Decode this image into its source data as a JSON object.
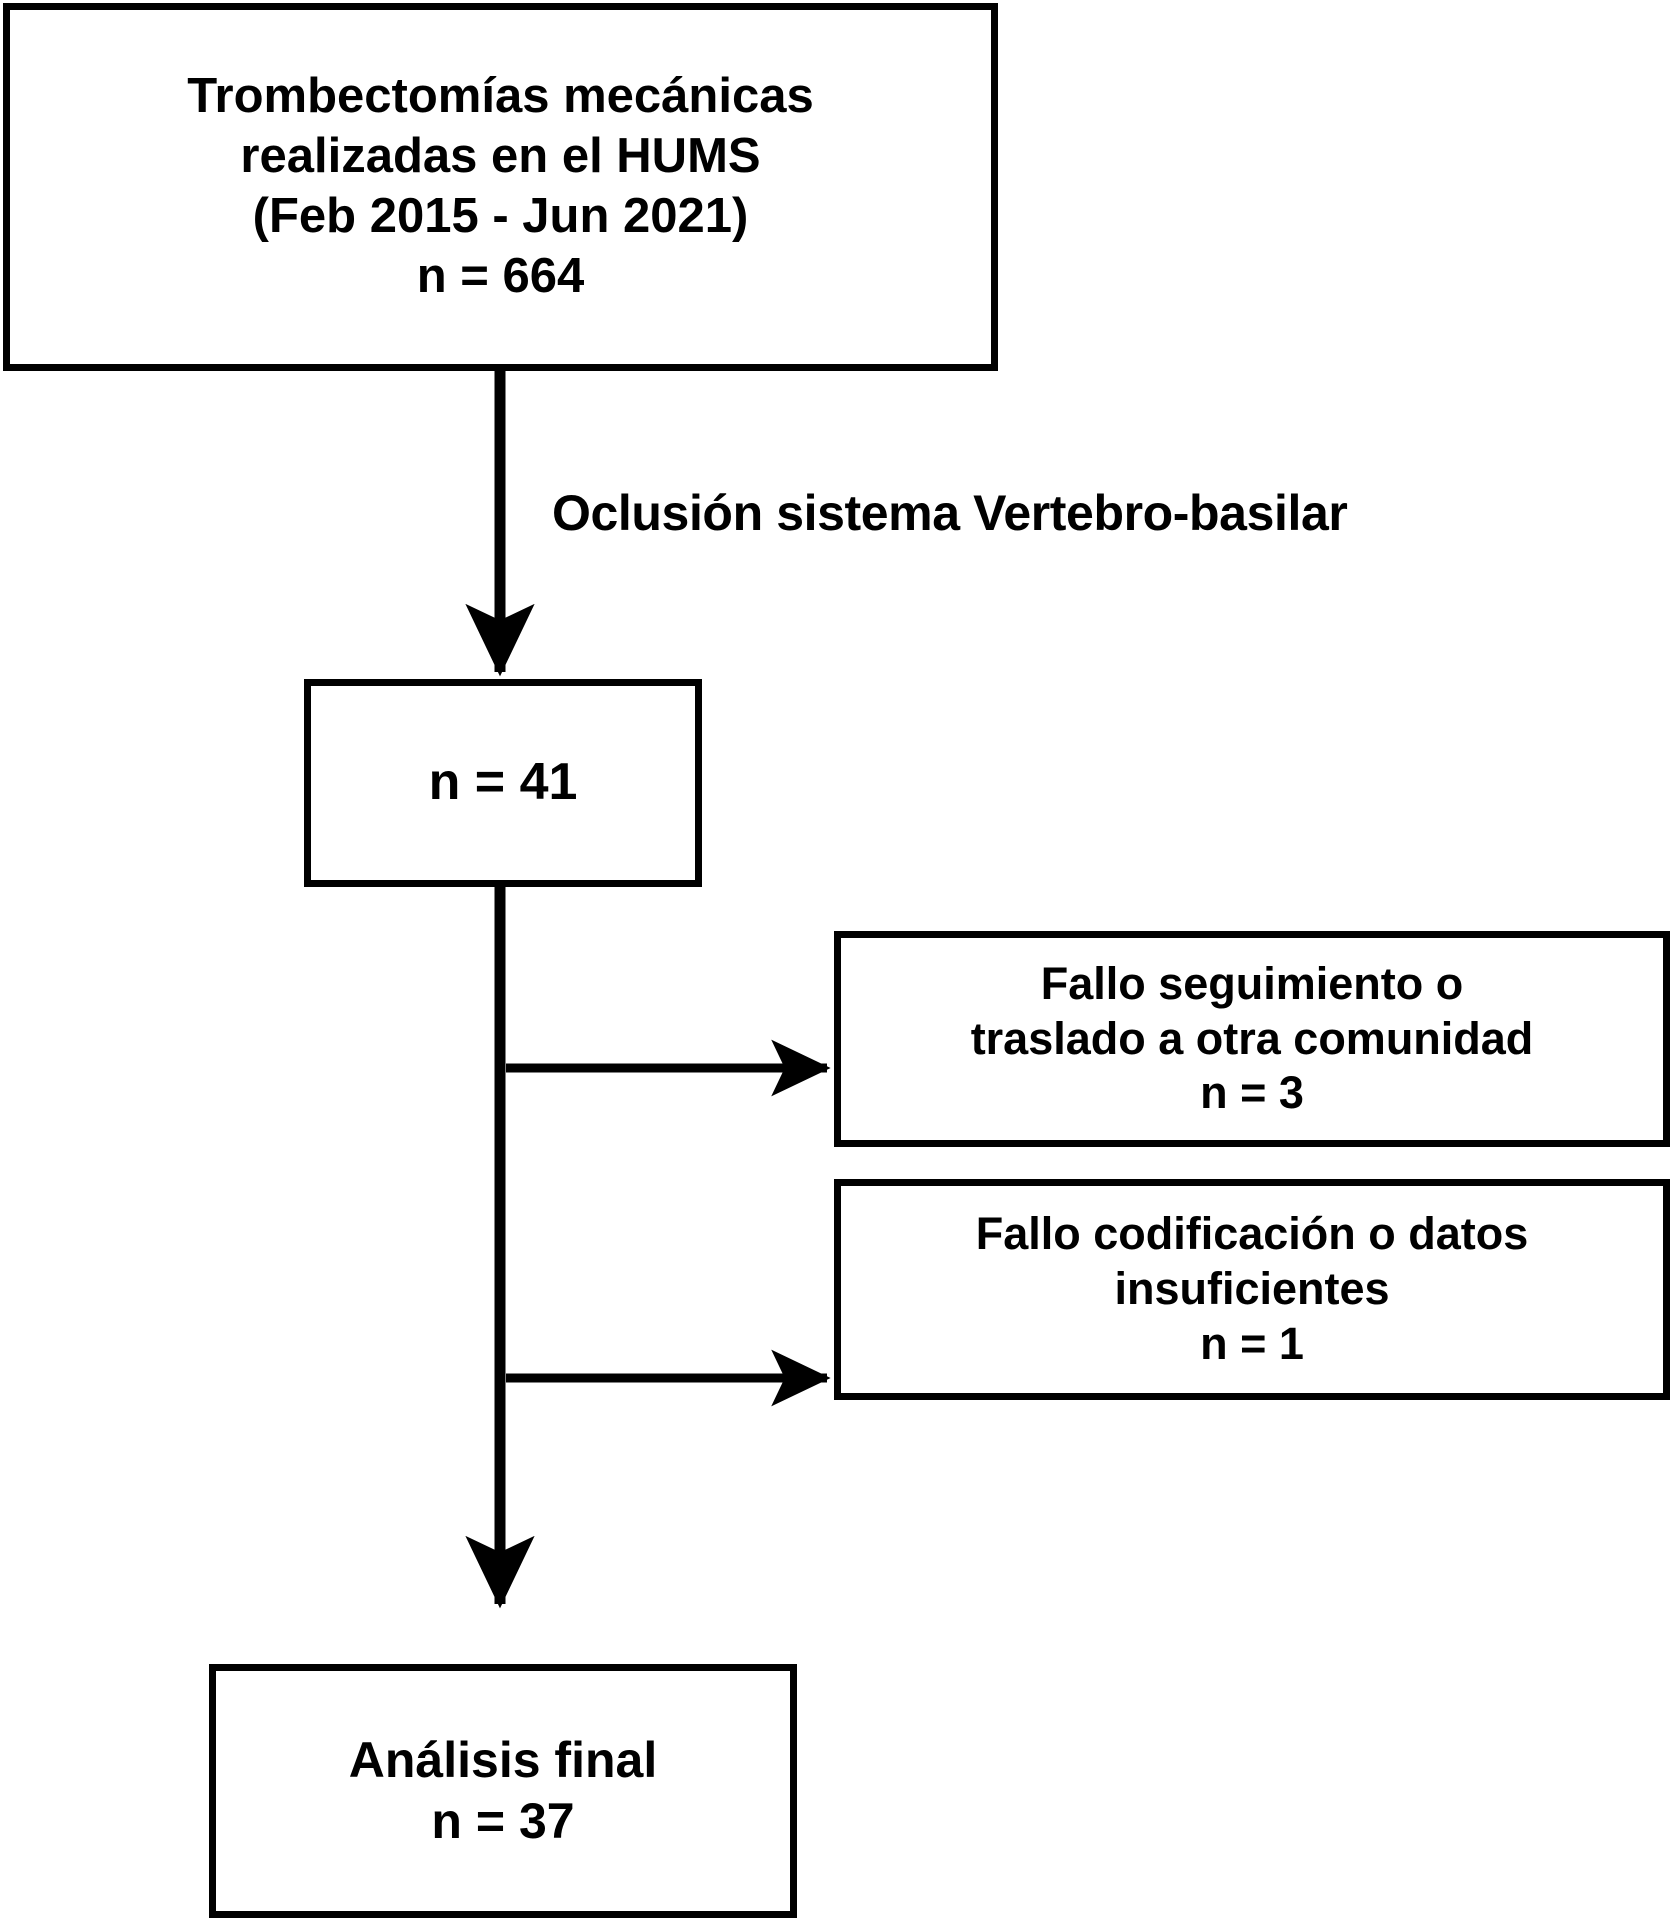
{
  "diagram": {
    "type": "patient-selection-flowchart",
    "language": "es",
    "colors": {
      "stroke": "#000000",
      "background": "#ffffff",
      "text": "#000000"
    },
    "boxes": {
      "top": {
        "line1": "Trombectomías mecánicas",
        "line2": "realizadas en el HUMS",
        "line3": "(Feb 2015 - Jun 2021)",
        "line4": "n = 664"
      },
      "cohort": {
        "line1": "n = 41"
      },
      "exclusion_1": {
        "line1": "Fallo seguimiento o",
        "line2": "traslado a otra comunidad",
        "line3": "n = 3"
      },
      "exclusion_2": {
        "line1": "Fallo codificación o datos",
        "line2": "insuficientes",
        "line3": "n = 1"
      },
      "final": {
        "line1": "Análisis final",
        "line2": "n = 37"
      }
    },
    "connectors": {
      "inclusion_label": "Oclusión sistema Vertebro-basilar"
    }
  }
}
